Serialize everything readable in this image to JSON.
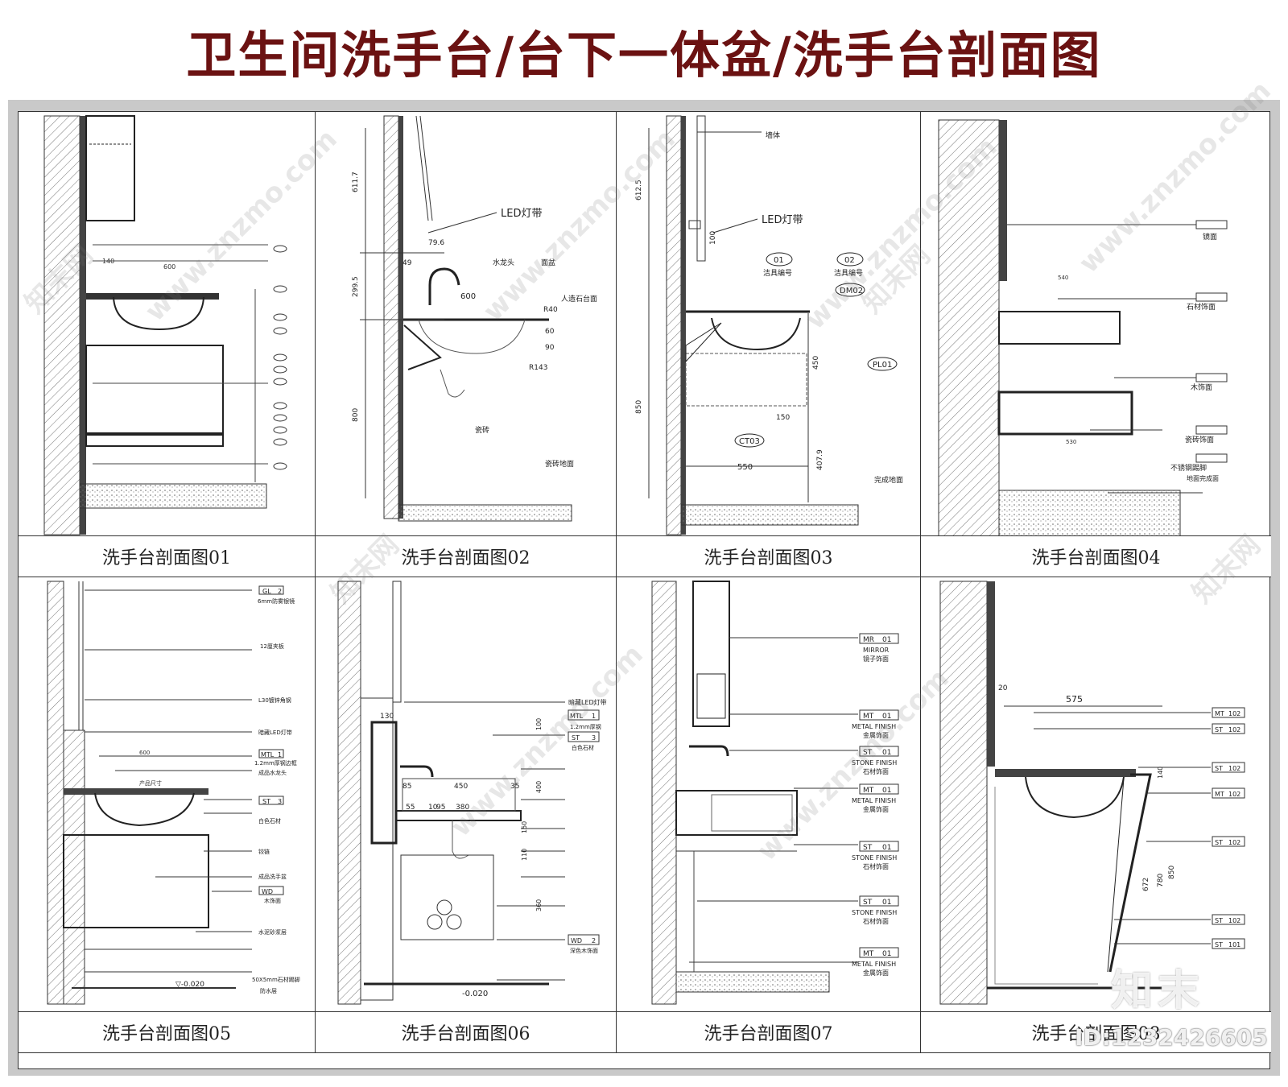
{
  "title": "卫生间洗手台/台下一体盆/洗手台剖面图",
  "panels": [
    {
      "caption": "洗手台剖面图01",
      "notes": [
        "140",
        "600"
      ]
    },
    {
      "caption": "洗手台剖面图02",
      "notes": [
        "LED灯带",
        "水龙头",
        "面盆",
        "人造石台面",
        "瓷砖",
        "瓷砖地面",
        "611.7",
        "299.5",
        "800",
        "600",
        "79.6",
        "49",
        "60",
        "90",
        "R143",
        "R40"
      ]
    },
    {
      "caption": "洗手台剖面图03",
      "notes": [
        "墙体",
        "LED灯带",
        "01",
        "洁具编号",
        "02",
        "洁具编号",
        "DM02",
        "PL01",
        "CT03",
        "完成地面",
        "612.5",
        "850",
        "550",
        "407.9",
        "100",
        "450",
        "150"
      ]
    },
    {
      "caption": "洗手台剖面图04",
      "notes": [
        "镜面",
        "石材饰面",
        "木饰面",
        "瓷砖饰面",
        "不锈钢踢脚",
        "地面完成面",
        "540",
        "530"
      ]
    },
    {
      "caption": "洗手台剖面图05",
      "notes": [
        "GL",
        "2",
        "6mm防雾银镜",
        "12厘夹板",
        "L30镀锌角钢",
        "暗藏LED灯带",
        "MTL",
        "1",
        "1.2mm厚钢边框",
        "成品水龙头",
        "ST",
        "3",
        "白色石材",
        "铰链",
        "成品洗手盆",
        "WD",
        "木饰面",
        "水泥砂浆层",
        "50X5mm石材踢脚",
        "防水层",
        "▽-0.020",
        "600",
        "产品尺寸"
      ]
    },
    {
      "caption": "洗手台剖面图06",
      "notes": [
        "暗藏LED灯带",
        "MTL",
        "1",
        "1.2mm厚钢",
        "ST",
        "3",
        "白色石材",
        "WD",
        "2",
        "深色木饰面",
        "130",
        "100",
        "85",
        "450",
        "35",
        "55",
        "10",
        "95",
        "380",
        "400",
        "150",
        "110",
        "360",
        "-0.020"
      ]
    },
    {
      "caption": "洗手台剖面图07",
      "notes": [
        "MR",
        "01",
        "MIRROR",
        "镜子饰面",
        "MT",
        "METAL FINISH",
        "金属饰面",
        "ST",
        "STONE FINISH",
        "石材饰面"
      ]
    },
    {
      "caption": "洗手台剖面图08",
      "notes": [
        "575",
        "MT",
        "102",
        "ST",
        "101",
        "780",
        "850",
        "672",
        "140",
        "20"
      ]
    }
  ],
  "watermark": "www.znzmo.com",
  "watermark_cn": "知末网",
  "logo": "知末",
  "image_id": "ID:1232426605",
  "colors": {
    "title": "#6b1212",
    "frame": "#c9c9c9",
    "line": "#222222"
  }
}
